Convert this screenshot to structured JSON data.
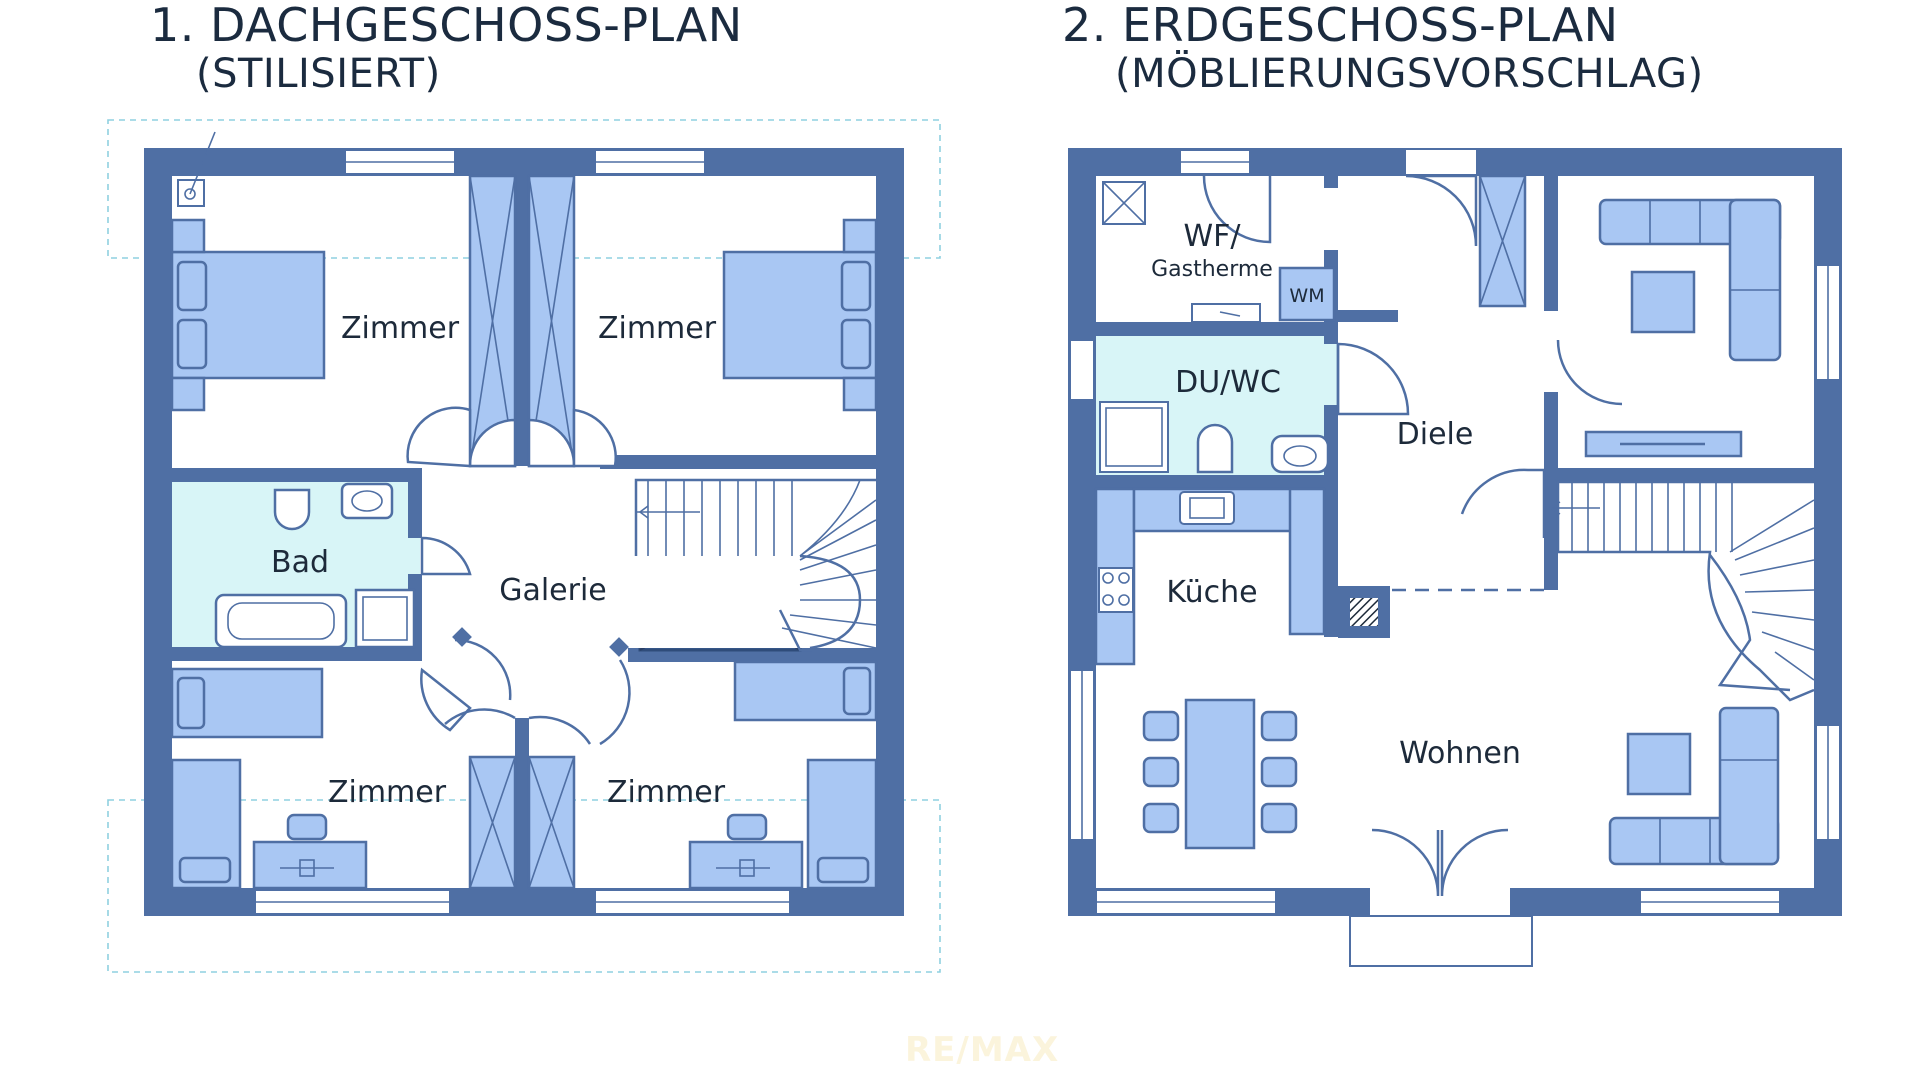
{
  "plan1": {
    "title": "1. DACHGESCHOSS-PLAN",
    "subtitle": "(STILISIERT)",
    "rooms": {
      "zimmer_top_left": "Zimmer",
      "zimmer_top_right": "Zimmer",
      "bad": "Bad",
      "galerie": "Galerie",
      "zimmer_bottom_left": "Zimmer",
      "zimmer_bottom_right": "Zimmer"
    }
  },
  "plan2": {
    "title": "2. ERDGESCHOSS-PLAN",
    "subtitle": "(MÖBLIERUNGSVORSCHLAG)",
    "rooms": {
      "wf_line1": "WF/",
      "wf_line2": "Gastherme",
      "wm": "WM",
      "duwc": "DU/WC",
      "diele": "Diele",
      "kueche": "Küche",
      "wohnen": "Wohnen"
    }
  },
  "watermark": "RE/MAX",
  "colors": {
    "wall": "#4f6fa4",
    "furniture": "#a9c7f3",
    "wet_room": "#d8f5f7",
    "text": "#1b2b3f"
  }
}
